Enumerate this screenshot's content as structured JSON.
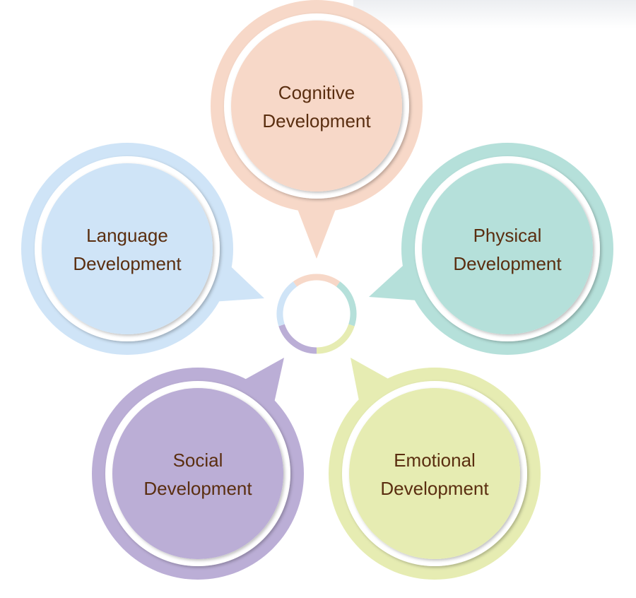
{
  "diagram": {
    "nodes": [
      {
        "id": "cognitive",
        "line1": "Cognitive",
        "line2": "Development",
        "color": "#f7d8c8"
      },
      {
        "id": "physical",
        "line1": "Physical",
        "line2": "Development",
        "color": "#b5e0da"
      },
      {
        "id": "emotional",
        "line1": "Emotional",
        "line2": "Development",
        "color": "#e6ecb2"
      },
      {
        "id": "social",
        "line1": "Social",
        "line2": "Development",
        "color": "#bbaed6"
      },
      {
        "id": "language",
        "line1": "Language",
        "line2": "Development",
        "color": "#cfe4f7"
      }
    ],
    "text_color": "#5a2e10"
  }
}
